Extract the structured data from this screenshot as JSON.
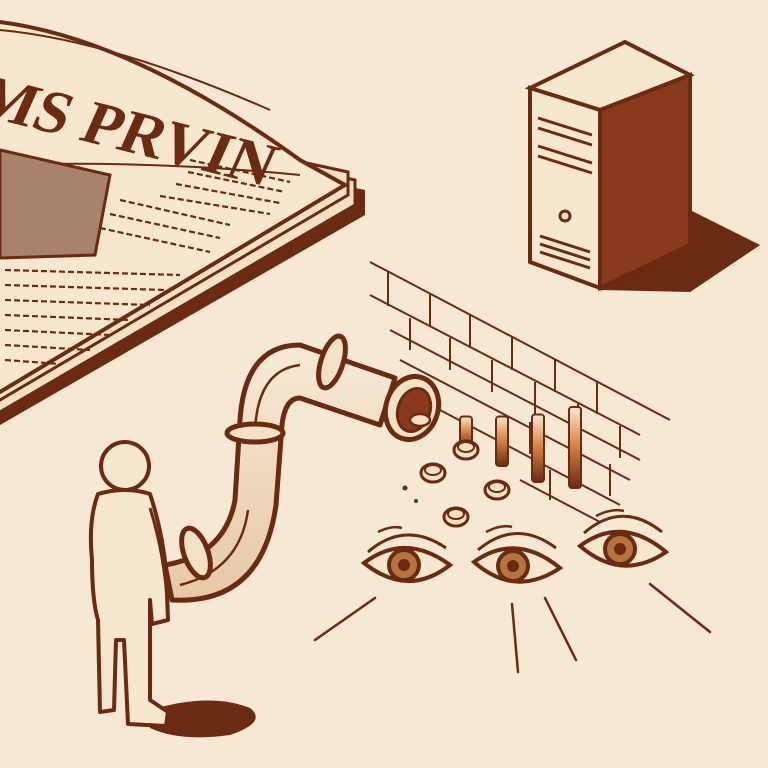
{
  "illustration": {
    "newspaper": {
      "headline": "MS PRVIN"
    },
    "elements": [
      "newspaper-stack",
      "server-tower-icon",
      "brick-wall",
      "pipe",
      "coins",
      "person",
      "watching-eyes",
      "bar-indicators"
    ]
  },
  "colors": {
    "background": "#f6e8d3",
    "ink": "#6b2a12",
    "paper": "#f3e1c6",
    "photo": "#a8826a",
    "accent": "#c8682a"
  },
  "bar_levels": [
    0.35,
    0.55,
    0.75,
    0.9
  ]
}
